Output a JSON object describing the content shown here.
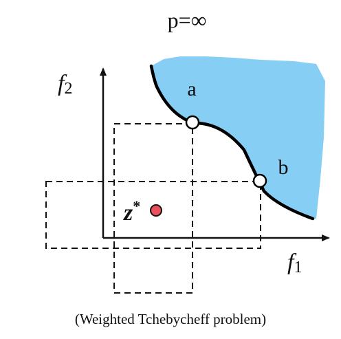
{
  "title": "p=∞",
  "axes": {
    "x_label": {
      "base": "f",
      "subscript": "1"
    },
    "y_label": {
      "base": "f",
      "subscript": "2"
    }
  },
  "points": {
    "a": {
      "label": "a"
    },
    "b": {
      "label": "b"
    }
  },
  "ideal_point": {
    "base": "z",
    "superscript": "*"
  },
  "caption": "(Weighted Tchebycheff problem)",
  "colors": {
    "feasible_region": "#87CEF5",
    "pareto_front": "#000000",
    "ideal_point": "#E8505B",
    "dashed_boxes": "#111111",
    "axes": "#111111"
  }
}
